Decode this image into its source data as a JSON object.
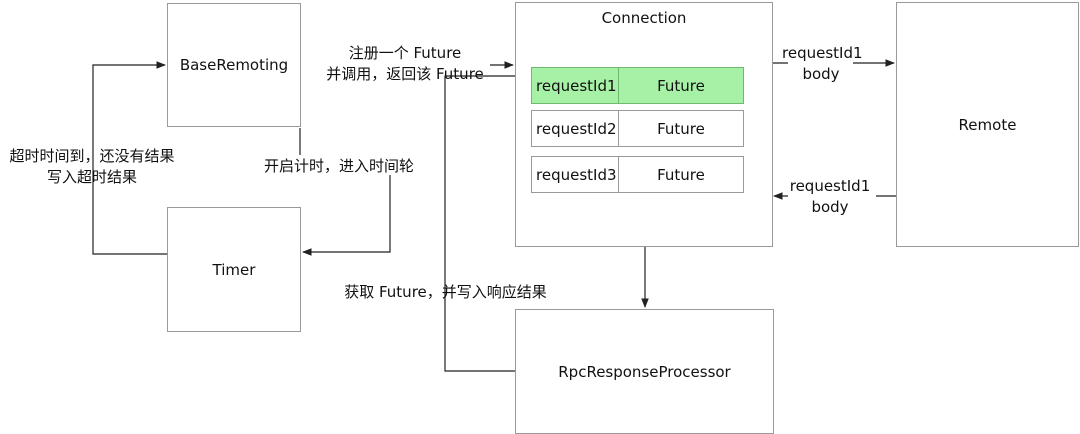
{
  "nodes": {
    "base_remoting": "BaseRemoting",
    "timer": "Timer",
    "connection": "Connection",
    "remote": "Remote",
    "rpc_response_processor": "RpcResponseProcessor"
  },
  "connection_table": [
    {
      "request": "requestId1",
      "future": "Future",
      "highlighted": true
    },
    {
      "request": "requestId2",
      "future": "Future",
      "highlighted": false
    },
    {
      "request": "requestId3",
      "future": "Future",
      "highlighted": false
    }
  ],
  "edge_labels": {
    "register_line1": "注册一个 Future",
    "register_line2": "并调用，返回该 Future",
    "timeout_line1": "超时时间到，还没有结果",
    "timeout_line2": "写入超时结果",
    "start_timer": "开启计时，进入时间轮",
    "get_future": "获取 Future，并写入响应结果",
    "request_line1": "requestId1",
    "request_line2": "body",
    "response_line1": "requestId1",
    "response_line2": "body"
  },
  "colors": {
    "highlight_fill": "#a6f1a6",
    "line": "#222222",
    "box_border": "#9a9a9a"
  }
}
